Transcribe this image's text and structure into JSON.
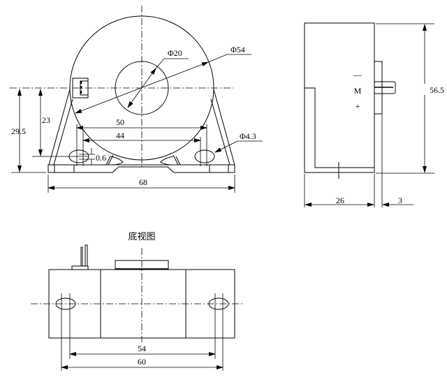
{
  "front_view": {
    "dims": {
      "inner_diameter": "Φ20",
      "outer_diameter": "Φ54",
      "hole_diameter": "Φ4.3",
      "slot_outer": "50",
      "slot_inner": "44",
      "center_height": "29.5",
      "center_to_slot": "23",
      "offset": "0.6",
      "width": "68"
    }
  },
  "side_view": {
    "marks": {
      "minus": "—",
      "m": "M",
      "plus": "+"
    },
    "dims": {
      "height": "56.5",
      "depth": "26",
      "pin": "3"
    }
  },
  "bottom_view": {
    "title": "底视图",
    "dims": {
      "inner_spacing": "54",
      "outer_spacing": "60"
    }
  }
}
